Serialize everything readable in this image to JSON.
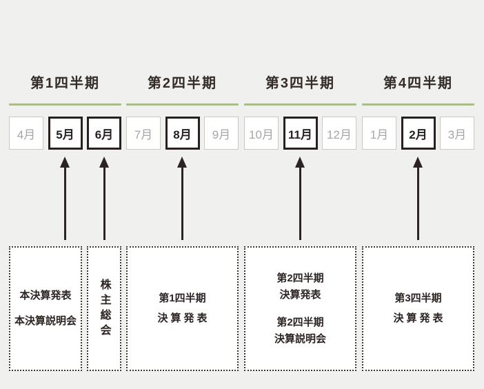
{
  "colors": {
    "background": "#f0f0ee",
    "ink": "#2b2422",
    "accent_green": "#a8bb88",
    "muted_text": "#a7a6a4",
    "muted_border": "#c9c8c5",
    "box_background": "#ffffff"
  },
  "quarters": [
    {
      "label": "第1四半期",
      "months": [
        {
          "label": "4月",
          "active": false
        },
        {
          "label": "5月",
          "active": true
        },
        {
          "label": "6月",
          "active": true
        }
      ]
    },
    {
      "label": "第2四半期",
      "months": [
        {
          "label": "7月",
          "active": false
        },
        {
          "label": "8月",
          "active": true
        },
        {
          "label": "9月",
          "active": false
        }
      ]
    },
    {
      "label": "第3四半期",
      "months": [
        {
          "label": "10月",
          "active": false
        },
        {
          "label": "11月",
          "active": true
        },
        {
          "label": "12月",
          "active": false
        }
      ]
    },
    {
      "label": "第4四半期",
      "months": [
        {
          "label": "1月",
          "active": false
        },
        {
          "label": "2月",
          "active": true
        },
        {
          "label": "3月",
          "active": false
        }
      ]
    }
  ],
  "events": {
    "annual": {
      "line1": "本決算発表",
      "line2": "本決算説明会",
      "target_month": "5月"
    },
    "agm": {
      "text": "株主総会",
      "target_month": "6月"
    },
    "q1_results": {
      "line1": "第1四半期",
      "line2": "決算発表",
      "target_month": "8月"
    },
    "q2_results": {
      "line1": "第2四半期",
      "line2": "決算発表",
      "line3": "第2四半期",
      "line4": "決算説明会",
      "target_month": "11月"
    },
    "q3_results": {
      "line1": "第3四半期",
      "line2": "決算発表",
      "target_month": "2月"
    }
  }
}
